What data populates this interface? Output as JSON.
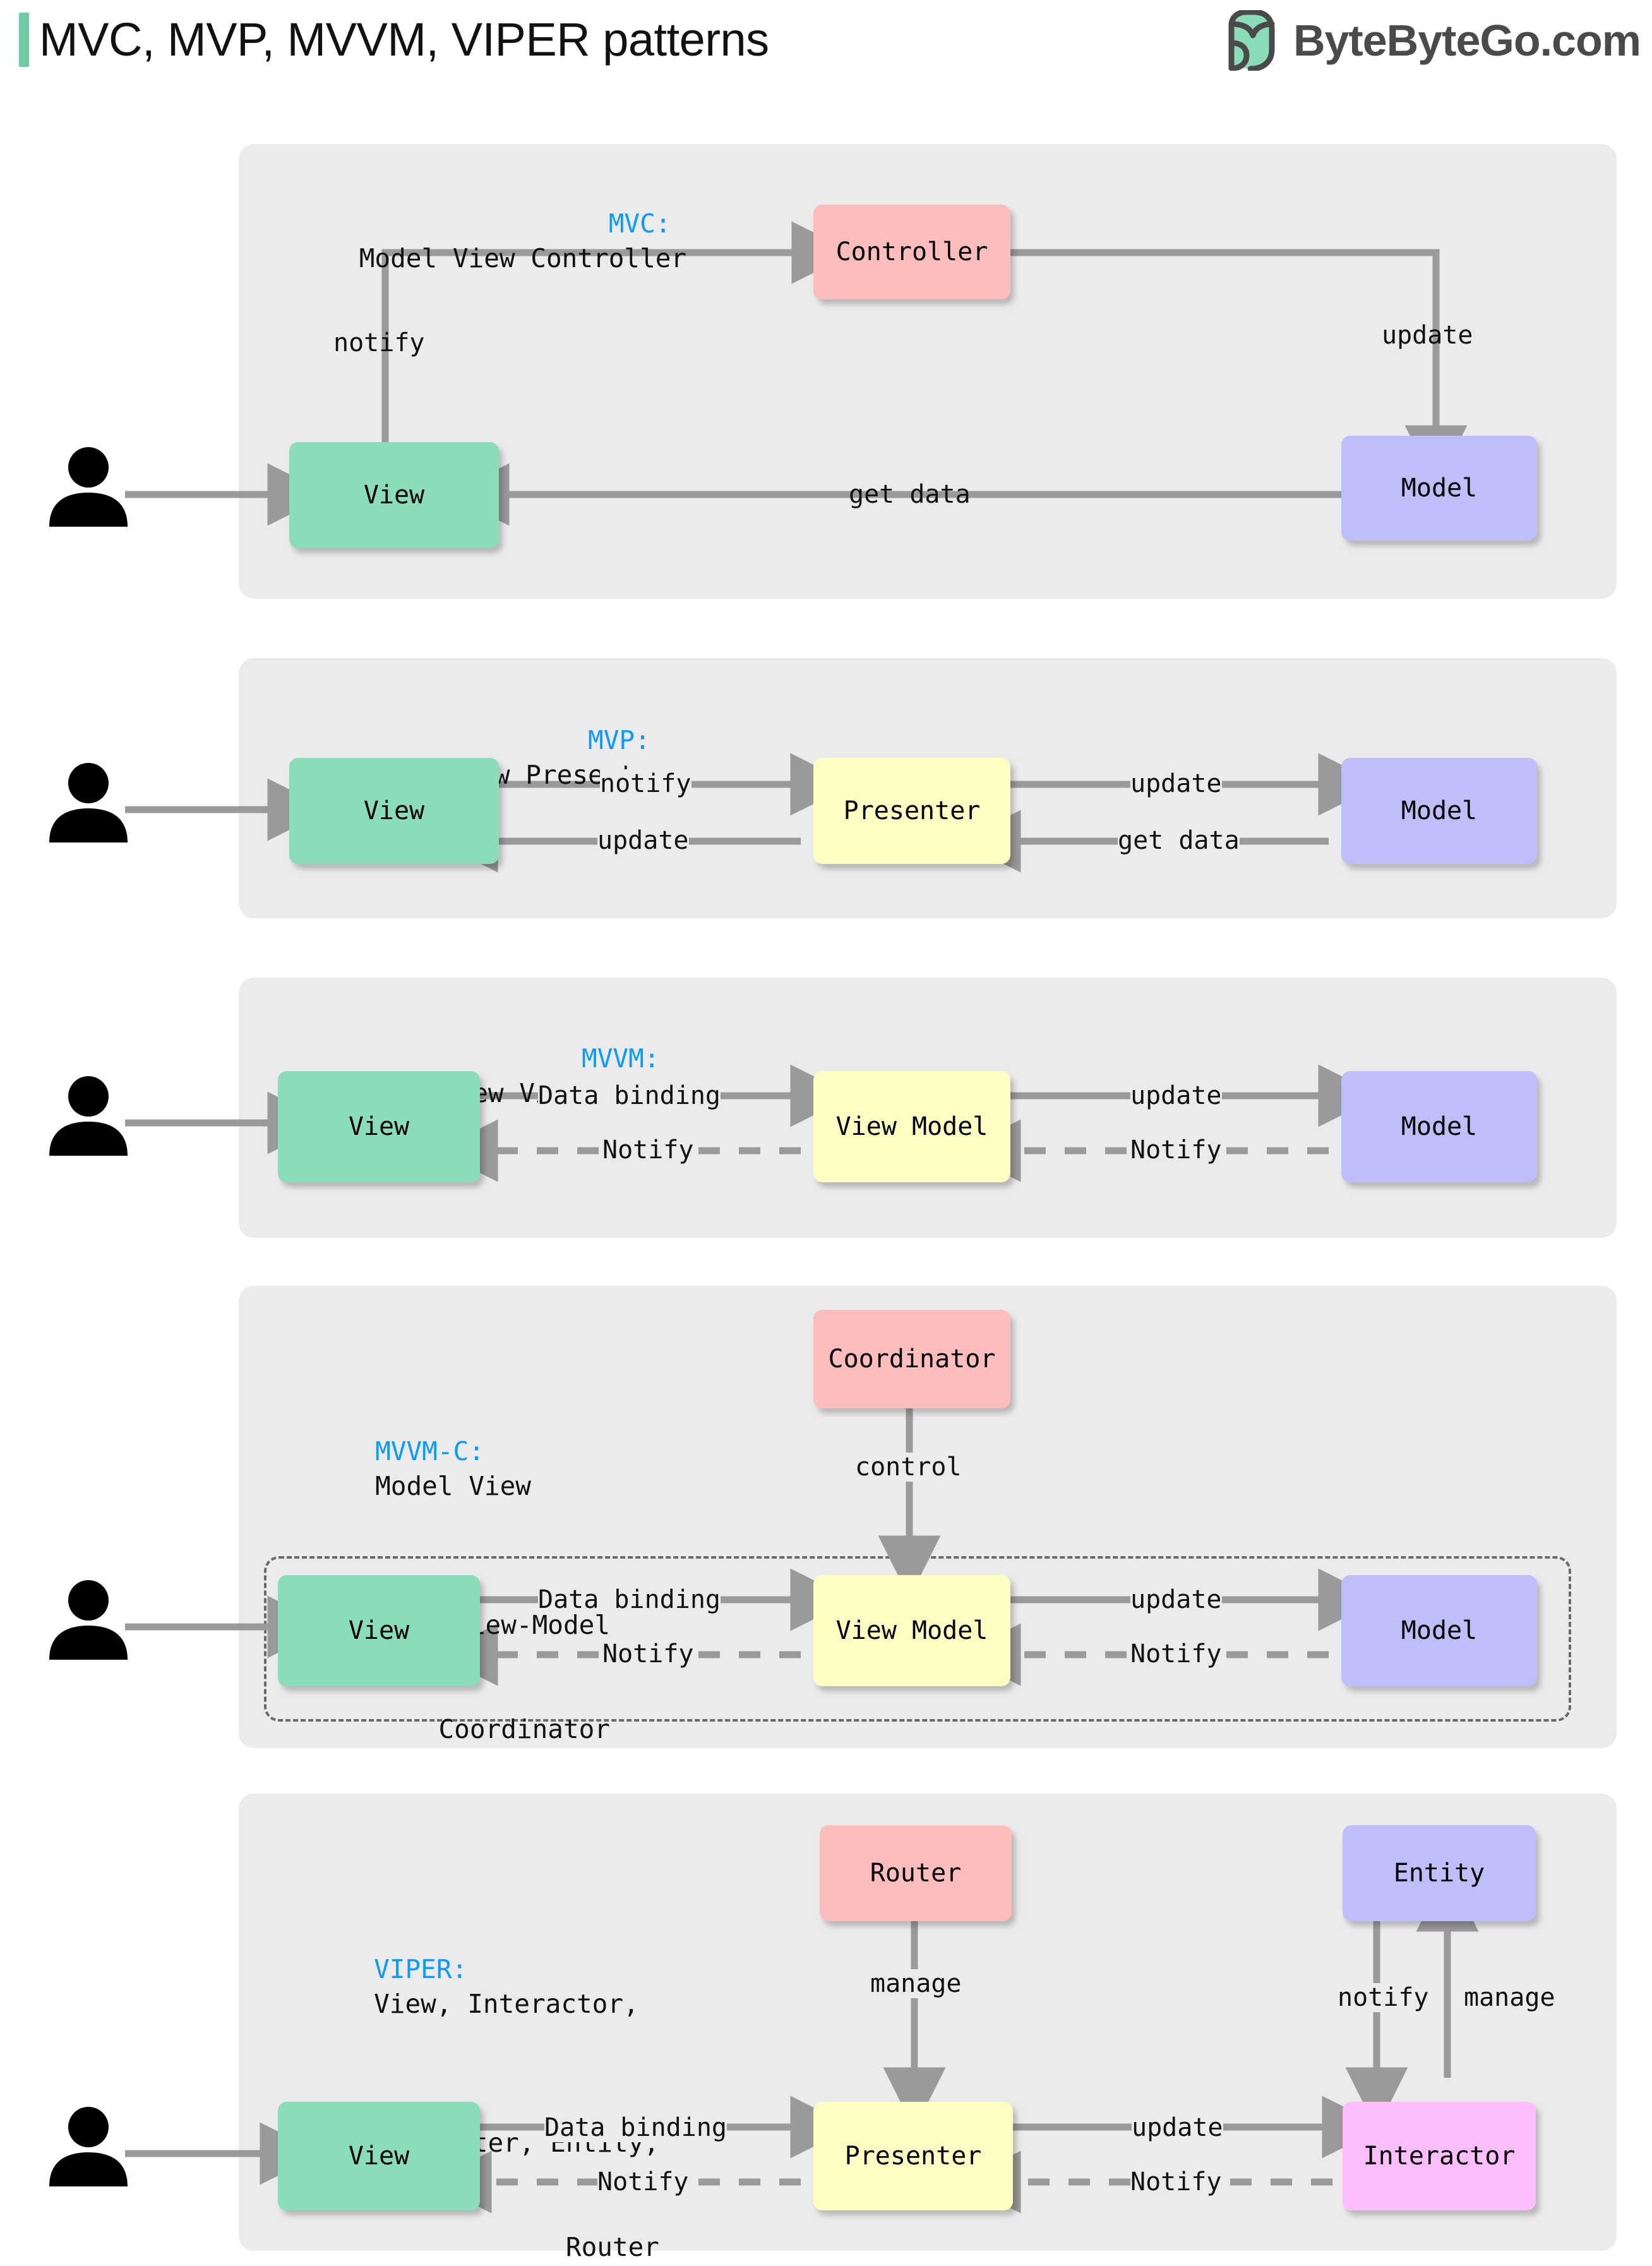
{
  "header": {
    "title": "MVC, MVP, MVVM, VIPER patterns",
    "brand": "ByteByteGo.com",
    "accent_color": "#6ECCA5",
    "title_bar_color": "#6ECCA5"
  },
  "palette": {
    "section_bg": "#ebebeb",
    "view_green": "#8ADDB9",
    "model_purple": "#BEBEFB",
    "controller_pink": "#FEBDBD",
    "viewmodel_yellow": "#FEFEC3",
    "interactor_magenta": "#FCBDFC",
    "arrow_gray": "#9a9a9a",
    "label_blue": "#0d9bfa"
  },
  "sections": [
    {
      "id": "mvc",
      "key": "MVC:",
      "title_lines": [
        "Model View Controller"
      ],
      "actor": "user-icon",
      "nodes": [
        {
          "id": "view",
          "label": "View"
        },
        {
          "id": "controller",
          "label": "Controller"
        },
        {
          "id": "model",
          "label": "Model"
        }
      ],
      "edges": [
        {
          "from": "user",
          "to": "view",
          "label": "",
          "style": "solid"
        },
        {
          "from": "view",
          "to": "controller",
          "label": "notify",
          "style": "solid"
        },
        {
          "from": "controller",
          "to": "model",
          "label": "update",
          "style": "solid"
        },
        {
          "from": "model",
          "to": "view",
          "label": "get data",
          "style": "solid"
        }
      ]
    },
    {
      "id": "mvp",
      "key": "MVP:",
      "title_lines": [
        "Model View Presenter"
      ],
      "actor": "user-icon",
      "nodes": [
        {
          "id": "view",
          "label": "View"
        },
        {
          "id": "presenter",
          "label": "Presenter"
        },
        {
          "id": "model",
          "label": "Model"
        }
      ],
      "edges": [
        {
          "from": "user",
          "to": "view",
          "label": "",
          "style": "solid"
        },
        {
          "from": "view",
          "to": "presenter",
          "label": "notify",
          "style": "solid"
        },
        {
          "from": "presenter",
          "to": "model",
          "label": "update",
          "style": "solid"
        },
        {
          "from": "presenter",
          "to": "view",
          "label": "update",
          "style": "solid"
        },
        {
          "from": "model",
          "to": "presenter",
          "label": "get data",
          "style": "solid"
        }
      ]
    },
    {
      "id": "mvvm",
      "key": "MVVM:",
      "title_lines": [
        "Model View View-Model"
      ],
      "actor": "user-icon",
      "nodes": [
        {
          "id": "view",
          "label": "View"
        },
        {
          "id": "viewmodel",
          "label": "View Model"
        },
        {
          "id": "model",
          "label": "Model"
        }
      ],
      "edges": [
        {
          "from": "user",
          "to": "view",
          "label": "",
          "style": "solid"
        },
        {
          "from": "view",
          "to": "viewmodel",
          "label": "Data binding",
          "style": "solid"
        },
        {
          "from": "viewmodel",
          "to": "model",
          "label": "update",
          "style": "solid"
        },
        {
          "from": "viewmodel",
          "to": "view",
          "label": "Notify",
          "style": "dashed"
        },
        {
          "from": "model",
          "to": "viewmodel",
          "label": "Notify",
          "style": "dashed"
        }
      ]
    },
    {
      "id": "mvvmc",
      "key": "MVVM-C:",
      "title_lines": [
        "Model View",
        "View-Model",
        "Coordinator"
      ],
      "actor": "user-icon",
      "nodes": [
        {
          "id": "coordinator",
          "label": "Coordinator"
        },
        {
          "id": "view",
          "label": "View"
        },
        {
          "id": "viewmodel",
          "label": "View Model"
        },
        {
          "id": "model",
          "label": "Model"
        }
      ],
      "edges": [
        {
          "from": "coordinator",
          "to": "viewmodel",
          "label": "control",
          "style": "solid"
        },
        {
          "from": "user",
          "to": "view",
          "label": "",
          "style": "solid"
        },
        {
          "from": "view",
          "to": "viewmodel",
          "label": "Data binding",
          "style": "solid"
        },
        {
          "from": "viewmodel",
          "to": "model",
          "label": "update",
          "style": "solid"
        },
        {
          "from": "viewmodel",
          "to": "view",
          "label": "Notify",
          "style": "dashed"
        },
        {
          "from": "model",
          "to": "viewmodel",
          "label": "Notify",
          "style": "dashed"
        }
      ]
    },
    {
      "id": "viper",
      "key": "VIPER:",
      "title_lines": [
        "View, Interactor,",
        "Presenter, Entity,",
        "Router"
      ],
      "actor": "user-icon",
      "nodes": [
        {
          "id": "router",
          "label": "Router"
        },
        {
          "id": "entity",
          "label": "Entity"
        },
        {
          "id": "view",
          "label": "View"
        },
        {
          "id": "presenter",
          "label": "Presenter"
        },
        {
          "id": "interactor",
          "label": "Interactor"
        }
      ],
      "edges": [
        {
          "from": "router",
          "to": "presenter",
          "label": "manage",
          "style": "solid"
        },
        {
          "from": "entity",
          "to": "interactor",
          "label": "notify",
          "style": "solid"
        },
        {
          "from": "interactor",
          "to": "entity",
          "label": "manage",
          "style": "solid"
        },
        {
          "from": "user",
          "to": "view",
          "label": "",
          "style": "solid"
        },
        {
          "from": "view",
          "to": "presenter",
          "label": "Data binding",
          "style": "solid"
        },
        {
          "from": "presenter",
          "to": "interactor",
          "label": "update",
          "style": "solid"
        },
        {
          "from": "presenter",
          "to": "view",
          "label": "Notify",
          "style": "dashed"
        },
        {
          "from": "interactor",
          "to": "presenter",
          "label": "Notify",
          "style": "dashed"
        }
      ]
    }
  ]
}
